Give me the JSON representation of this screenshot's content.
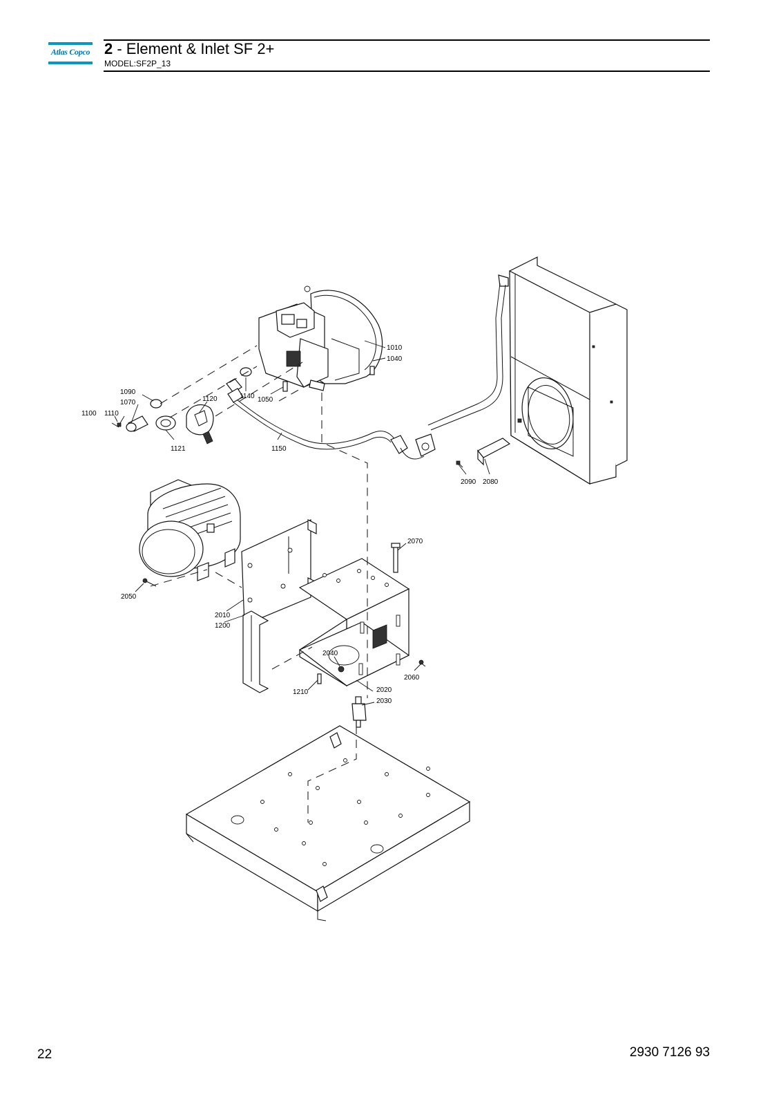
{
  "header": {
    "brand": "Atlas Copco",
    "section_number": "2",
    "section_title": " - Element & Inlet SF 2+",
    "model": "MODEL:SF2P_13"
  },
  "footer": {
    "page_number": "22",
    "document_number": "2930 7126 93"
  },
  "diagram": {
    "callouts": [
      {
        "id": "c1010",
        "label": "1010"
      },
      {
        "id": "c1040",
        "label": "1040"
      },
      {
        "id": "c1090",
        "label": "1090"
      },
      {
        "id": "c1070",
        "label": "1070"
      },
      {
        "id": "c1100",
        "label": "1100"
      },
      {
        "id": "c1110",
        "label": "1110"
      },
      {
        "id": "c1120",
        "label": "1120"
      },
      {
        "id": "c1140",
        "label": "1140"
      },
      {
        "id": "c1050",
        "label": "1050"
      },
      {
        "id": "c1121",
        "label": "1121"
      },
      {
        "id": "c1150",
        "label": "1150"
      },
      {
        "id": "c2090",
        "label": "2090"
      },
      {
        "id": "c2080",
        "label": "2080"
      },
      {
        "id": "c2070",
        "label": "2070"
      },
      {
        "id": "c2050",
        "label": "2050"
      },
      {
        "id": "c2010",
        "label": "2010"
      },
      {
        "id": "c1200",
        "label": "1200"
      },
      {
        "id": "c2040",
        "label": "2040"
      },
      {
        "id": "c2060",
        "label": "2060"
      },
      {
        "id": "c1210",
        "label": "1210"
      },
      {
        "id": "c2020",
        "label": "2020"
      },
      {
        "id": "c2030",
        "label": "2030"
      }
    ]
  }
}
